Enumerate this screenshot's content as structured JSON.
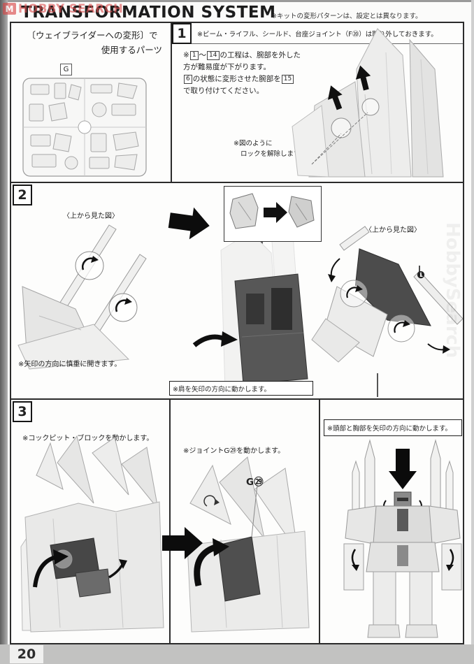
{
  "page": {
    "title": "TRANSFORMATION SYSTEM",
    "title_note": "※キットの変形パターンは、設定とは異なります。",
    "page_number": "20"
  },
  "watermark": {
    "logo_letter": "M",
    "text": "HOBBY SEARCH",
    "side_text": "HobbySearch"
  },
  "parts_panel": {
    "heading_line1": "〔ウェイブライダーへの変形〕で",
    "heading_line2": "使用するパーツ",
    "runner_label": "G"
  },
  "step1": {
    "number": "1",
    "header_note": "※ビーム・ライフル、シールド、台座ジョイント（F⑳）は取り外しておきます。",
    "body": {
      "f1": "※",
      "n1": "1",
      "f2": "～",
      "n2": "14",
      "f3": "の工程は、腕部を外した",
      "f4": "方が難易度が下がります。",
      "n3": "6",
      "f5": "の状態に変形させた腕部を",
      "n4": "15",
      "f6": "で取り付けてください。"
    },
    "caption_line1": "※図のように",
    "caption_line2": "ロックを解除します。"
  },
  "step2": {
    "number": "2",
    "top_view_label_left": "〈上から見た図〉",
    "top_view_label_right": "〈上から見た図〉",
    "marker": "❶",
    "caption_left": "※矢印の方向に慎重に開きます。",
    "caption_center": "※肩を矢印の方向に動かします。"
  },
  "step3": {
    "number": "3",
    "caption_left": "※コックピット・ブロックを動かします。",
    "caption_center": "※ジョイントG㉙を動かします。",
    "joint_label": "G㉙",
    "caption_right": "※頭部と胸部を矢印の方向に動かします。"
  }
}
